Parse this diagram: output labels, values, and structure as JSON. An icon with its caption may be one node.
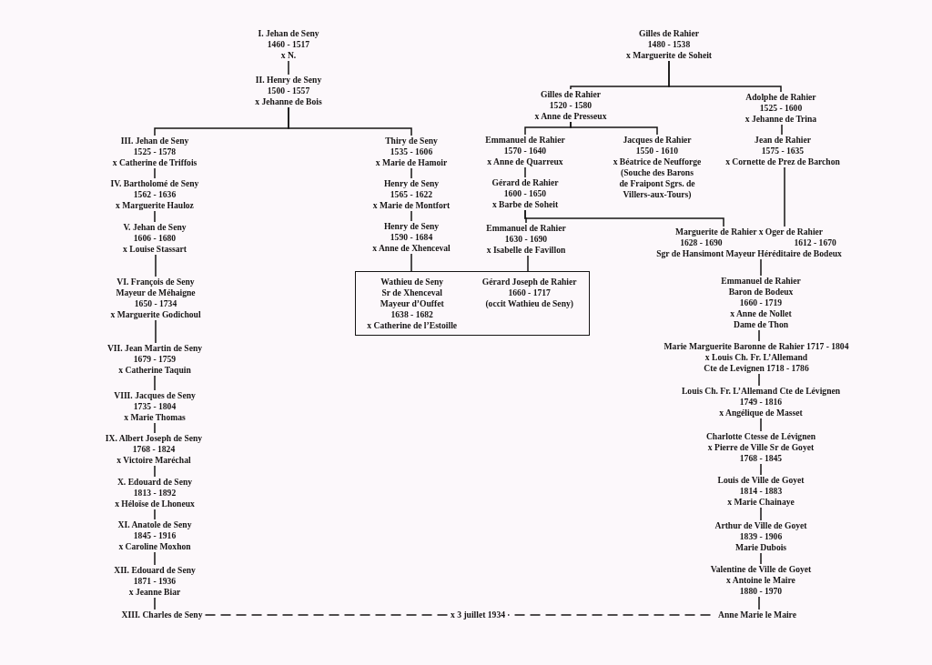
{
  "diagram": {
    "nodes": [
      {
        "text": [
          "I. Jehan de Seny",
          "1460 - 1517",
          "x N."
        ]
      },
      {
        "text": [
          "II. Henry de Seny",
          "1500 - 1557",
          "x Jehanne de Bois"
        ]
      },
      {
        "text": [
          "III. Jehan de Seny",
          "1525 - 1578",
          "x Catherine de Triffois"
        ]
      },
      {
        "text": [
          "IV. Bartholomé de Seny",
          "1562 - 1636",
          "x Marguerite Hauloz"
        ]
      },
      {
        "text": [
          "V. Jehan de Seny",
          "1606 - 1680",
          "x Louise Stassart"
        ]
      },
      {
        "text": [
          "VI. François de Seny",
          "Mayeur de Méhaigne",
          "1650 - 1734",
          "x Marguerite Godichoul"
        ]
      },
      {
        "text": [
          "VII. Jean Martin de Seny",
          "1679 - 1759",
          "x Catherine Taquin"
        ]
      },
      {
        "text": [
          "VIII. Jacques de Seny",
          "1735 - 1804",
          "x Marie Thomas"
        ]
      },
      {
        "text": [
          "IX. Albert Joseph de Seny",
          "1768 - 1824",
          "x Victoire Maréchal"
        ]
      },
      {
        "text": [
          "X. Edouard de Seny",
          "1813 - 1892",
          "x Héloïse de Lhoneux"
        ]
      },
      {
        "text": [
          "XI. Anatole de Seny",
          "1845 - 1916",
          "x Caroline Moxhon"
        ]
      },
      {
        "text": [
          "XII. Edouard de Seny",
          "1871 - 1936",
          "x Jeanne Biar"
        ]
      },
      {
        "text": [
          "XIII. Charles de Seny"
        ]
      },
      {
        "text": [
          "Thiry de Seny",
          "1535 - 1606",
          "x Marie de Hamoir"
        ]
      },
      {
        "text": [
          "Henry de Seny",
          "1565 - 1622",
          "x Marie de Montfort"
        ]
      },
      {
        "text": [
          "Henry de Seny",
          "1590 - 1684",
          "x Anne de Xhenceval"
        ]
      },
      {
        "text": [],
        "shape": "box"
      },
      {
        "text": [
          "Wathieu de Seny",
          "Sr de Xhenceval",
          "Mayeur d’Ouffet",
          "1638 - 1682",
          "x Catherine de l’Estoille"
        ],
        "in": 16
      },
      {
        "text": [
          "Gérard Joseph de Rahier",
          "1660 - 1717",
          "(occit Wathieu de Seny)"
        ],
        "in": 16
      },
      {
        "text": [
          "Gilles de Rahier",
          "1480 - 1538",
          "x Marguerite de Soheit"
        ]
      },
      {
        "text": [
          "Gilles de Rahier",
          "1520 - 1580",
          "x Anne de Presseux"
        ]
      },
      {
        "text": [
          "Adolphe de Rahier",
          "1525 - 1600",
          "x Jehanne de Trina"
        ]
      },
      {
        "text": [
          "Emmanuel de Rahier",
          "1570 - 1640",
          "x Anne de Quarreux"
        ]
      },
      {
        "text": [
          "Jacques de Rahier",
          "1550 - 1610",
          "x Béatrice de Neufforge",
          "(Souche des Barons de Fraipont Sgrs. de Villers-aux-Tours)"
        ]
      },
      {
        "text": [
          "Jean de Rahier",
          "1575 - 1635",
          "x Cornette de Prez de Barchon"
        ]
      },
      {
        "text": [
          "Gérard de Rahier",
          "1600 - 1650",
          "x Barbe de Soheit"
        ]
      },
      {
        "text": [
          "Emmanuel de Rahier",
          "1630 - 1690",
          "x Isabelle de Favillon"
        ]
      },
      {
        "text": [
          "Marguerite de Rahier x Oger de Rahier",
          "1628 - 1690",
          "1612 - 1670",
          "Sgr de Hansimont Mayeur Héréditaire de Bodeux"
        ]
      },
      {
        "text": [
          "Emmanuel de Rahier",
          "Baron de Bodeux",
          "1660 - 1719",
          "x Anne de Nollet",
          "Dame de Thon"
        ]
      },
      {
        "text": [
          "Marie Marguerite Baronne de Rahier 1717 - 1804",
          "x Louis Ch. Fr. L’Allemand",
          "Cte de Levignen 1718 - 1786"
        ]
      },
      {
        "text": [
          "Louis Ch. Fr. L’Allemand Cte de Lévignen",
          "1749 - 1816",
          "x Angélique de Masset"
        ]
      },
      {
        "text": [
          "Charlotte Ctesse de Lévignen",
          "x Pierre de Ville Sr de Goyet",
          "1768 - 1845"
        ]
      },
      {
        "text": [
          "Louis de Ville de Goyet",
          "1814 - 1883",
          "x Marie Chainaye"
        ]
      },
      {
        "text": [
          "Arthur de Ville de Goyet",
          "1839 - 1906",
          "Marie Dubois"
        ]
      },
      {
        "text": [
          "Valentine de Ville de Goyet",
          "x Antoine le Maire",
          "1880 - 1970"
        ]
      },
      {
        "text": [
          "Anne Marie le Maire"
        ]
      }
    ],
    "edges": [
      {
        "from": 0,
        "to": 1,
        "arrow": "none"
      },
      {
        "from": 1,
        "to": 2,
        "arrow": "none"
      },
      {
        "from": 1,
        "to": 13,
        "arrow": "none"
      },
      {
        "from": 2,
        "to": 3,
        "arrow": "none"
      },
      {
        "from": 3,
        "to": 4,
        "arrow": "none"
      },
      {
        "from": 4,
        "to": 5,
        "arrow": "none"
      },
      {
        "from": 5,
        "to": 6,
        "arrow": "none"
      },
      {
        "from": 6,
        "to": 7,
        "arrow": "none"
      },
      {
        "from": 7,
        "to": 8,
        "arrow": "none"
      },
      {
        "from": 8,
        "to": 9,
        "arrow": "none"
      },
      {
        "from": 9,
        "to": 10,
        "arrow": "none"
      },
      {
        "from": 10,
        "to": 11,
        "arrow": "none"
      },
      {
        "from": 11,
        "to": 12,
        "arrow": "none"
      },
      {
        "from": 13,
        "to": 14,
        "arrow": "none"
      },
      {
        "from": 14,
        "to": 15,
        "arrow": "none"
      },
      {
        "from": 15,
        "to": 17,
        "arrow": "none"
      },
      {
        "from": 26,
        "to": 18,
        "arrow": "none"
      },
      {
        "from": 19,
        "to": 20,
        "arrow": "none"
      },
      {
        "from": 19,
        "to": 21,
        "arrow": "none"
      },
      {
        "from": 20,
        "to": 22,
        "arrow": "none"
      },
      {
        "from": 20,
        "to": 23,
        "arrow": "none"
      },
      {
        "from": 21,
        "to": 24,
        "arrow": "none"
      },
      {
        "from": 22,
        "to": 25,
        "arrow": "none"
      },
      {
        "from": 25,
        "to": 26,
        "arrow": "none"
      },
      {
        "from": 25,
        "to": 27,
        "arrow": "none"
      },
      {
        "from": 24,
        "to": 27,
        "arrow": "none"
      },
      {
        "from": 27,
        "to": 28,
        "arrow": "none"
      },
      {
        "from": 28,
        "to": 29,
        "arrow": "none"
      },
      {
        "from": 29,
        "to": 30,
        "arrow": "none"
      },
      {
        "from": 30,
        "to": 31,
        "arrow": "none"
      },
      {
        "from": 31,
        "to": 32,
        "arrow": "none"
      },
      {
        "from": 32,
        "to": 33,
        "arrow": "none"
      },
      {
        "from": 33,
        "to": 34,
        "arrow": "none"
      },
      {
        "from": 34,
        "to": 35,
        "arrow": "none"
      },
      {
        "from": 12,
        "to": 35,
        "arrow": "none",
        "label": "x 3 juillet 1934",
        "style": "dashed"
      }
    ]
  }
}
